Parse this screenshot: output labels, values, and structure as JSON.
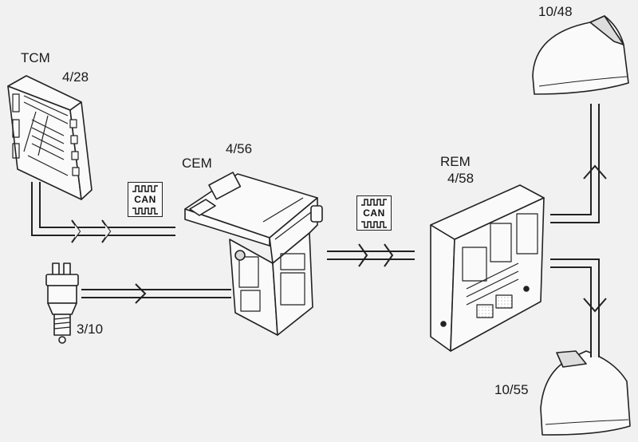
{
  "labels": {
    "tcm_name": "TCM",
    "tcm_ref": "4/28",
    "cem_name": "CEM",
    "cem_ref": "4/56",
    "rem_name": "REM",
    "rem_ref": "4/58",
    "switch_ref": "3/10",
    "lamp_top_ref": "10/48",
    "lamp_bottom_ref": "10/55"
  },
  "can_badges": [
    {
      "text": "CAN"
    },
    {
      "text": "CAN"
    }
  ]
}
